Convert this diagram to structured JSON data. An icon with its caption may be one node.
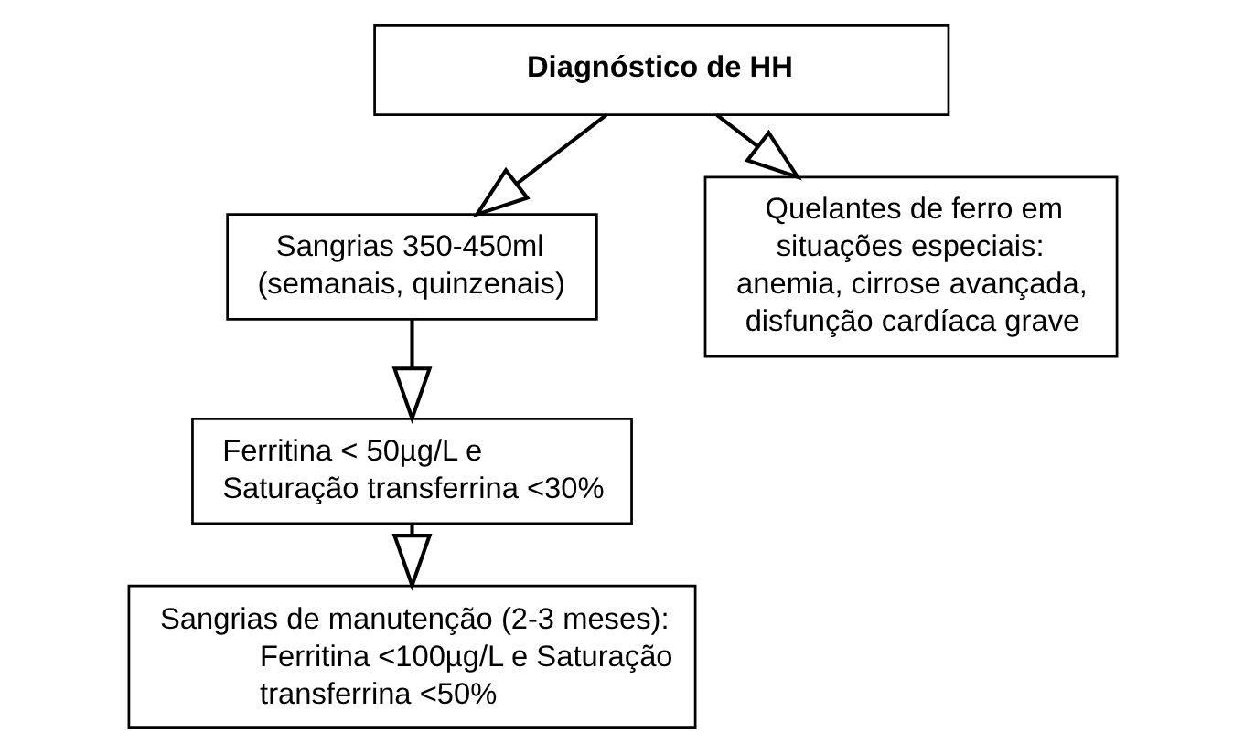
{
  "diagram": {
    "nodes": [
      {
        "text": [
          "Diagnóstico de HH"
        ]
      },
      {
        "text": [
          "Sangrias 350-450ml (semanais, quinzenais)"
        ]
      },
      {
        "text": [
          "Quelantes de ferro em situações especiais: anemia, cirrose avançada, disfunção cardíaca grave"
        ]
      },
      {
        "text": [
          "Ferritina < 50µg/L e Saturação transferrina <30%"
        ]
      },
      {
        "text": [
          "Sangrias de manutenção (2-3 meses):",
          "Ferritina <100µg/L e Saturação transferrina <50%"
        ]
      }
    ],
    "edges": [
      {
        "from": 0,
        "to": 1,
        "arrow": "to"
      },
      {
        "from": 0,
        "to": 2,
        "arrow": "to"
      },
      {
        "from": 1,
        "to": 3,
        "arrow": "to"
      },
      {
        "from": 3,
        "to": 4,
        "arrow": "to"
      }
    ]
  }
}
